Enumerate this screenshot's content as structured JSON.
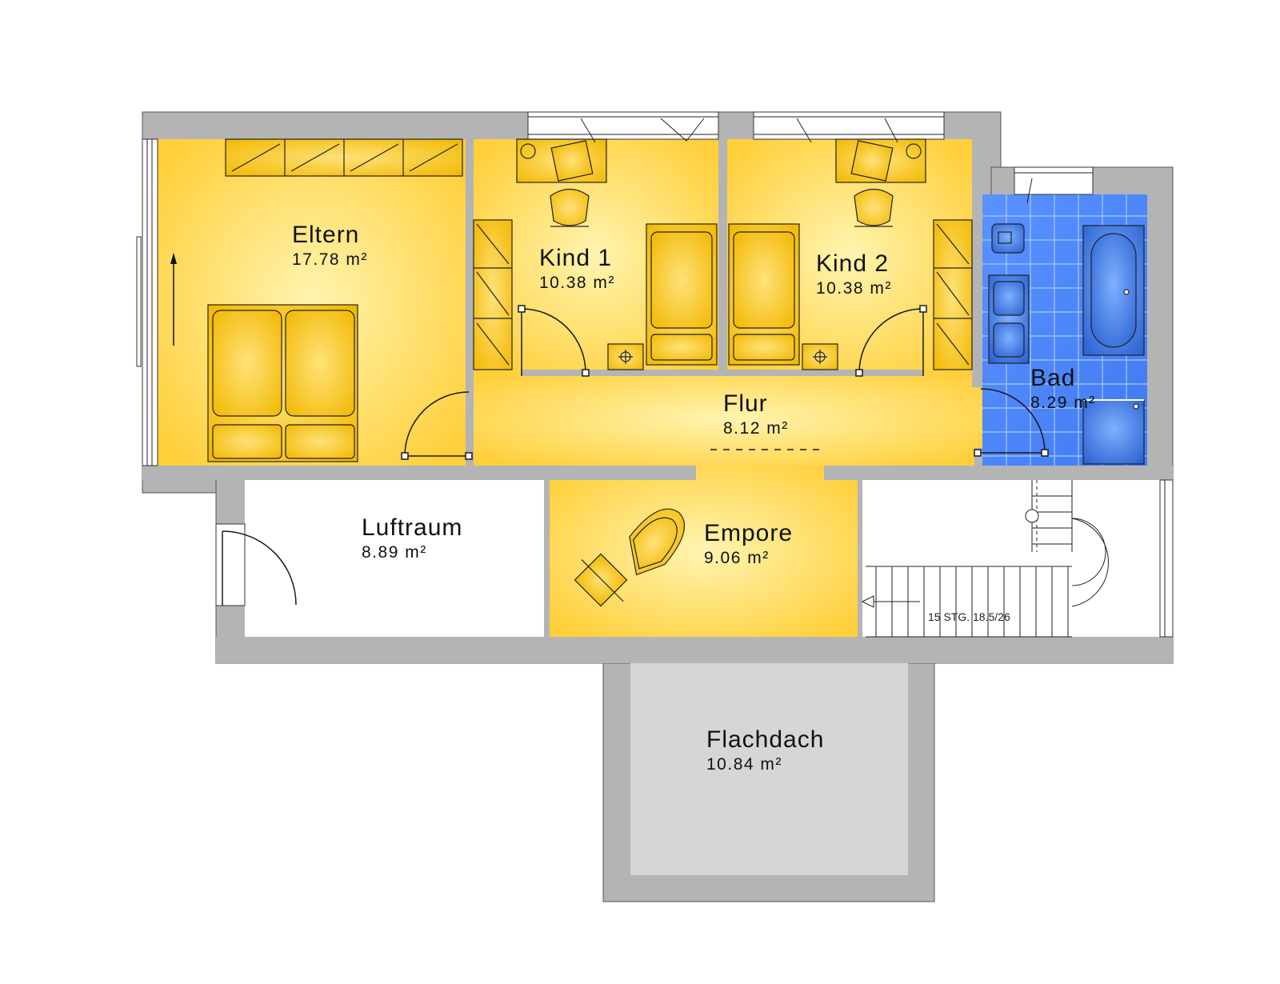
{
  "rooms": {
    "eltern": {
      "name": "Eltern",
      "area": "17.78 m²"
    },
    "kind1": {
      "name": "Kind 1",
      "area": "10.38 m²"
    },
    "kind2": {
      "name": "Kind 2",
      "area": "10.38 m²"
    },
    "bad": {
      "name": "Bad",
      "area": "8.29 m²"
    },
    "flur": {
      "name": "Flur",
      "area": "8.12 m²"
    },
    "luftraum": {
      "name": "Luftraum",
      "area": "8.89 m²"
    },
    "empore": {
      "name": "Empore",
      "area": "9.06 m²"
    },
    "flachdach": {
      "name": "Flachdach",
      "area": "10.84 m²"
    }
  },
  "stairs": {
    "note": "15 STG. 18.5/26"
  },
  "colors": {
    "wall": "#b4b4b4",
    "room_fill": "#ffd24a",
    "room_light": "#fff2a8",
    "furniture": "#f8c400",
    "bath_fill": "#2f6bd8",
    "bath_light": "#5a93ff",
    "roof_fill": "#d6d6d6"
  }
}
